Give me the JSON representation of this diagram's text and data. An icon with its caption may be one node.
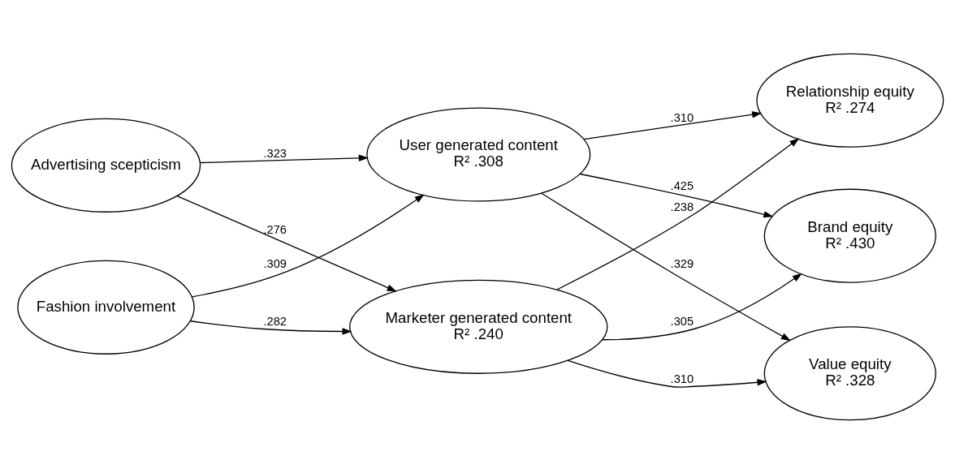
{
  "diagram": {
    "nodes": [
      {
        "text": [
          "Advertising scepticism"
        ]
      },
      {
        "text": [
          "Fashion involvement"
        ]
      },
      {
        "text": [
          "Marketer generated content",
          "R² .240"
        ]
      },
      {
        "text": [
          "User generated content",
          "R² .308"
        ]
      },
      {
        "text": [
          "Brand equity",
          "R² .430"
        ]
      },
      {
        "text": [
          "Relationship equity",
          "R² .274"
        ]
      },
      {
        "text": [
          "Value equity",
          "R² .328"
        ]
      }
    ],
    "edges": [
      {
        "from": 0,
        "to": 2,
        "arrow": "to",
        "label": ".276"
      },
      {
        "from": 1,
        "to": 2,
        "arrow": "to",
        "label": ".282"
      },
      {
        "from": 0,
        "to": 3,
        "arrow": "to",
        "label": ".323"
      },
      {
        "from": 1,
        "to": 3,
        "arrow": "to",
        "label": ".309"
      },
      {
        "from": 2,
        "to": 4,
        "arrow": "to",
        "label": ".305"
      },
      {
        "from": 3,
        "to": 4,
        "arrow": "to",
        "label": ".425"
      },
      {
        "from": 2,
        "to": 5,
        "arrow": "to",
        "label": ".238"
      },
      {
        "from": 3,
        "to": 5,
        "arrow": "to",
        "label": ".310"
      },
      {
        "from": 2,
        "to": 6,
        "arrow": "to",
        "label": ".310"
      },
      {
        "from": 3,
        "to": 6,
        "arrow": "to",
        "label": ".329"
      }
    ]
  }
}
